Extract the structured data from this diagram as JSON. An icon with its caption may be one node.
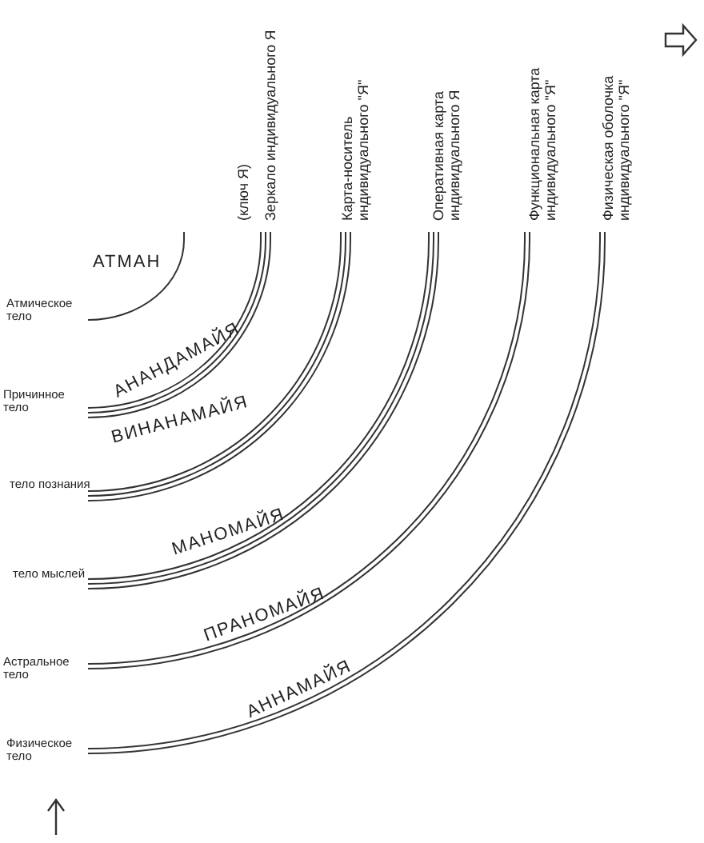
{
  "diagram": {
    "labels": [
      "(ключ Я)",
      "Зеркало индивидуального Я",
      "Карта-носитель индивидуального \"Я\"",
      "Оперативная карта индивидуального Я",
      "Функциональная карта индивидуального \"Я\"",
      "Физическая оболочка индивидуального \"Я\"",
      "АТМАН",
      "Атмическое тело",
      "АНАНДАМАЙЯ",
      "Причинное тело",
      "ВИНАНАМАЙЯ",
      "тело познания",
      "МАНОМАЙЯ",
      "тело мыслей",
      "ПРАНОМАЙЯ",
      "Астральное тело",
      "АННАМАЙЯ",
      "Физическое тело"
    ]
  }
}
